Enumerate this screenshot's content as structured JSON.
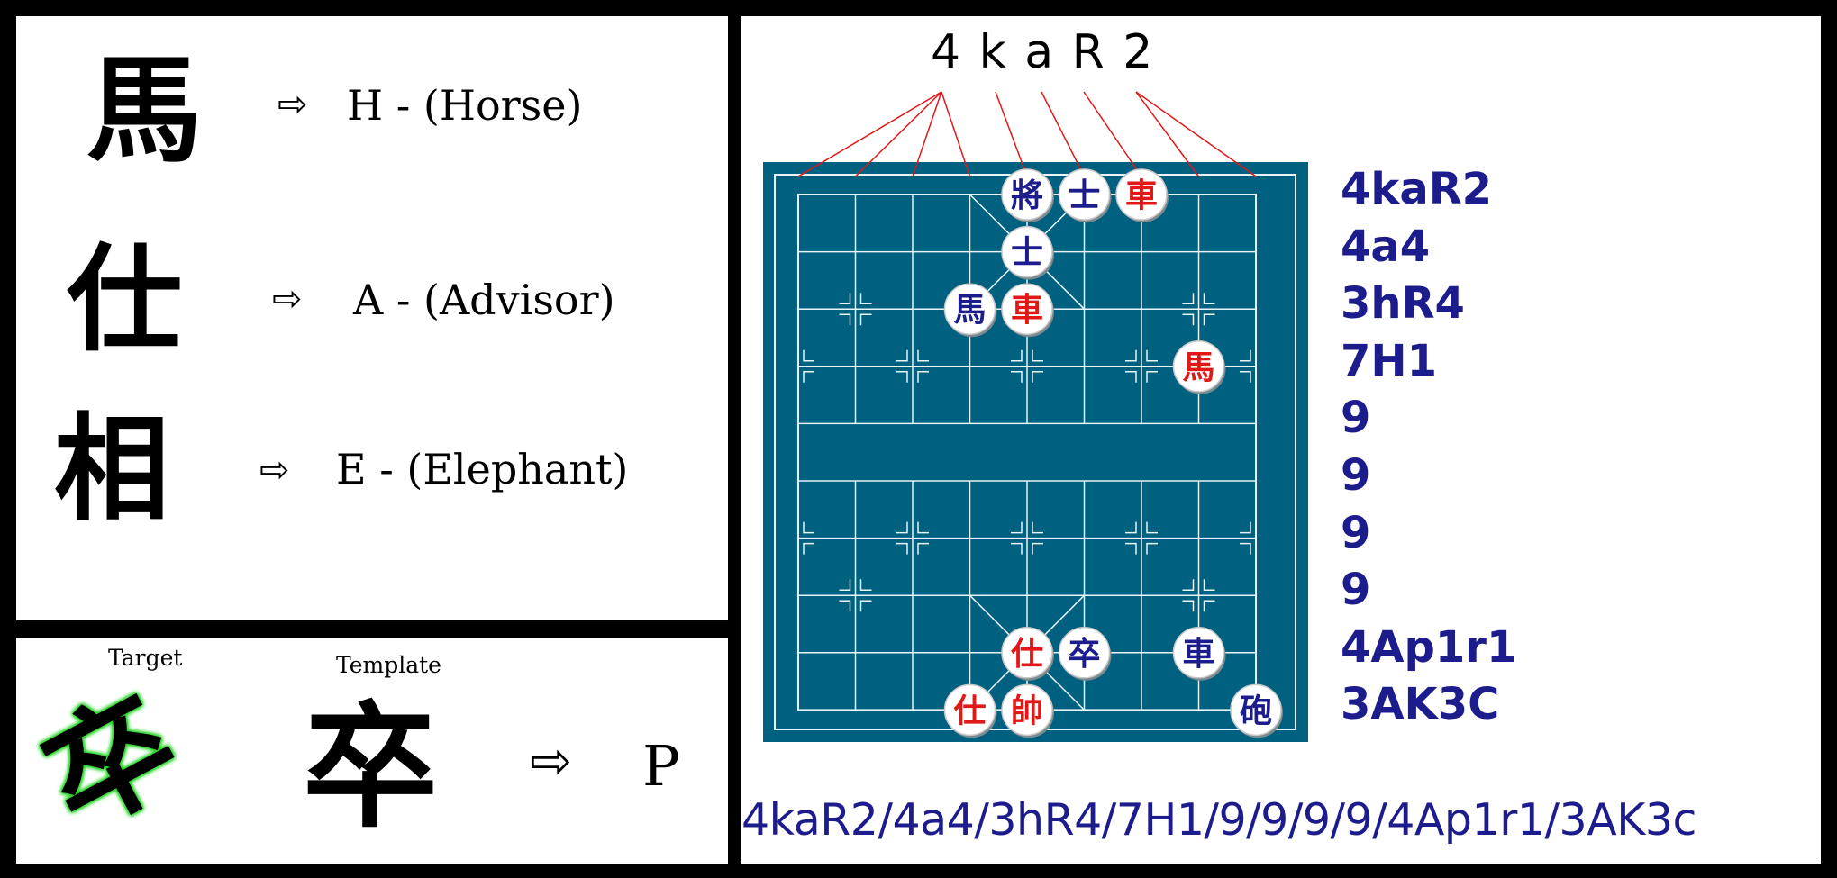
{
  "legend": [
    {
      "glyph": "馬",
      "text": "H - (Horse)"
    },
    {
      "glyph": "仕",
      "text": "A - (Advisor)"
    },
    {
      "glyph": "相",
      "text": "E - (Elephant)"
    }
  ],
  "arrow_symbol": "⇨",
  "template_match": {
    "target_caption": "Target",
    "template_caption": "Template",
    "target_glyph": "卒",
    "template_glyph": "卒",
    "result": "P"
  },
  "board": {
    "top_row_fen": "4 k a R 2",
    "row_fens": [
      "4kaR2",
      "4a4",
      "3hR4",
      "7H1",
      "9",
      "9",
      "9",
      "9",
      "4Ap1r1",
      "3AK3C"
    ],
    "full_fen": "4kaR2/4a4/3hR4/7H1/9/9/9/9/4Ap1r1/3AK3c",
    "colors": {
      "board": "#006080",
      "lines": "#e8f4f8",
      "red": "#e01818",
      "blue": "#1c1c8c",
      "pointer": "#e01818"
    },
    "pieces": [
      {
        "glyph": "將",
        "side": "blue",
        "col": 4,
        "row": 0
      },
      {
        "glyph": "士",
        "side": "blue",
        "col": 5,
        "row": 0
      },
      {
        "glyph": "車",
        "side": "red",
        "col": 6,
        "row": 0
      },
      {
        "glyph": "士",
        "side": "blue",
        "col": 4,
        "row": 1
      },
      {
        "glyph": "馬",
        "side": "blue",
        "col": 3,
        "row": 2
      },
      {
        "glyph": "車",
        "side": "red",
        "col": 4,
        "row": 2
      },
      {
        "glyph": "馬",
        "side": "red",
        "col": 7,
        "row": 3
      },
      {
        "glyph": "仕",
        "side": "red",
        "col": 4,
        "row": 8
      },
      {
        "glyph": "卒",
        "side": "blue",
        "col": 5,
        "row": 8
      },
      {
        "glyph": "車",
        "side": "blue",
        "col": 7,
        "row": 8
      },
      {
        "glyph": "仕",
        "side": "red",
        "col": 3,
        "row": 9
      },
      {
        "glyph": "帥",
        "side": "red",
        "col": 4,
        "row": 9
      },
      {
        "glyph": "砲",
        "side": "blue",
        "col": 8,
        "row": 9
      }
    ]
  }
}
